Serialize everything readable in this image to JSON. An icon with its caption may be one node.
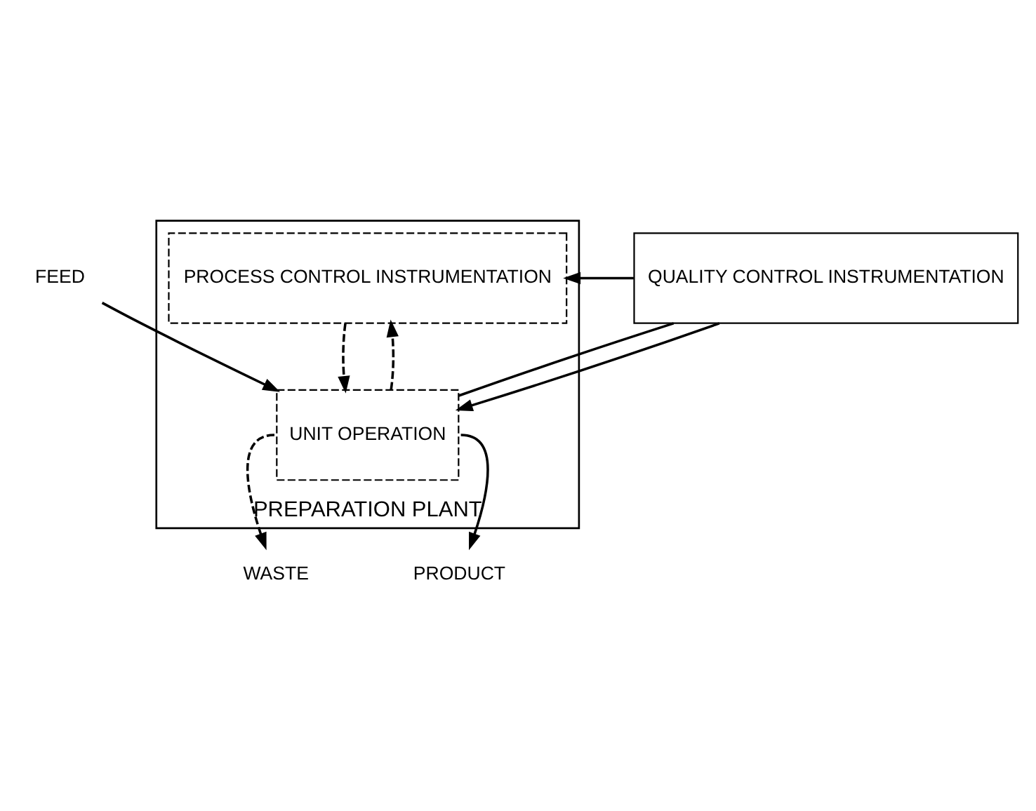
{
  "diagram": {
    "nodes": [
      {
        "text": [
          "FEED"
        ]
      },
      {
        "text": [
          "QUALITY CONTROL INSTRUMENTATION"
        ]
      },
      {
        "text": [
          "PREPARATION PLANT"
        ]
      },
      {
        "text": [
          "PROCESS CONTROL INSTRUMENTATION"
        ],
        "in": 2
      },
      {
        "text": [
          "UNIT OPERATION"
        ],
        "in": 2
      },
      {
        "text": [
          "PRODUCT"
        ]
      },
      {
        "text": [
          "WASTE"
        ]
      }
    ],
    "edges": [
      {
        "from": 0,
        "to": 4,
        "arrow": "to"
      },
      {
        "from": 1,
        "to": 4,
        "arrow": "to"
      },
      {
        "from": 1,
        "to": 3,
        "arrow": "to"
      },
      {
        "from": 3,
        "to": 4,
        "arrow": "to",
        "style": "dashed"
      },
      {
        "from": 4,
        "to": 3,
        "arrow": "to",
        "style": "dashed"
      },
      {
        "from": 4,
        "to": 5,
        "arrow": "to"
      },
      {
        "from": 4,
        "to": 1,
        "arrow": "none"
      },
      {
        "from": 4,
        "to": 6,
        "arrow": "to",
        "style": "dashed"
      }
    ]
  }
}
